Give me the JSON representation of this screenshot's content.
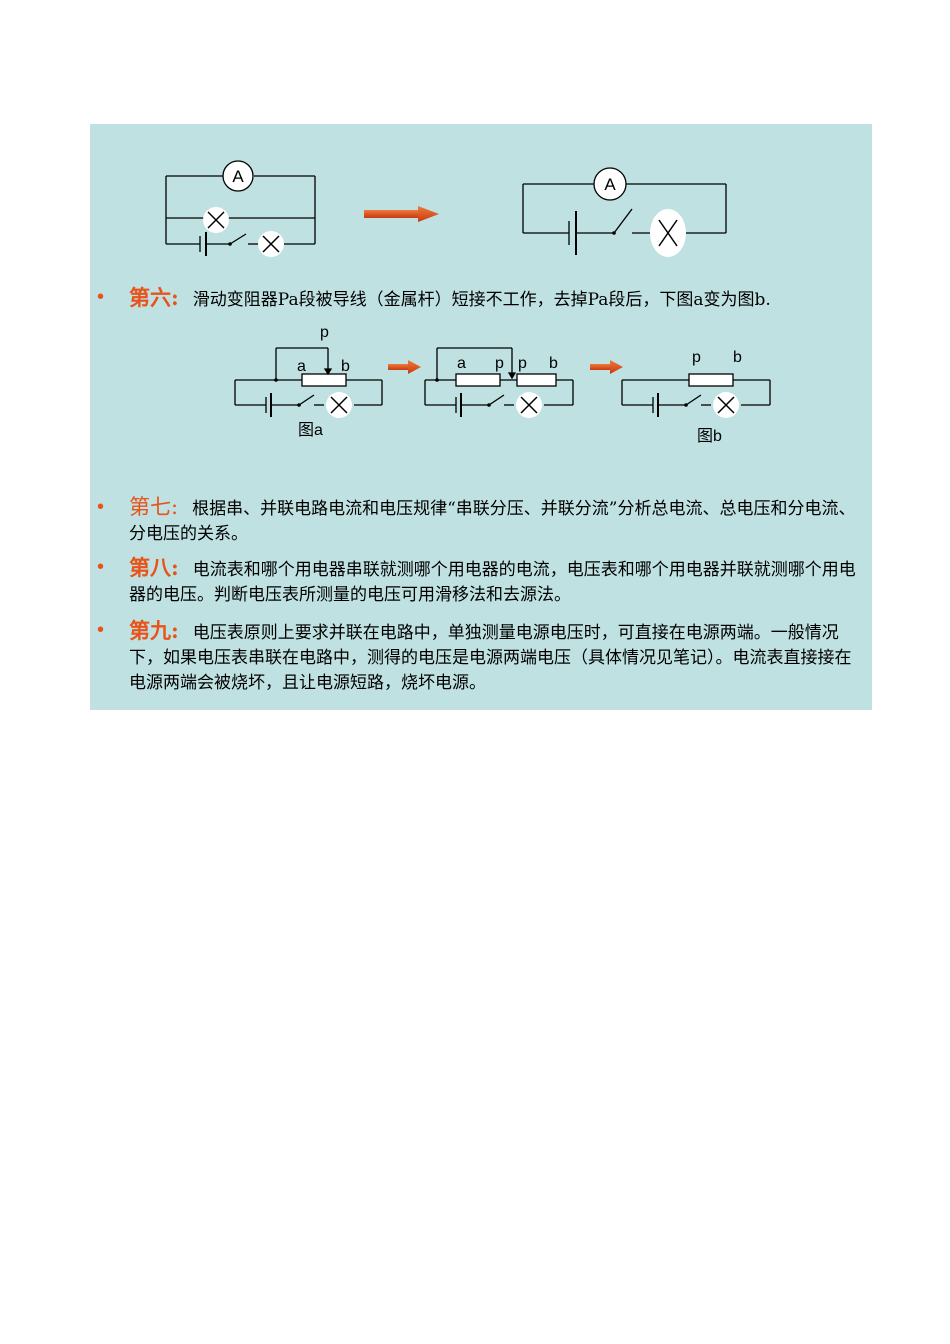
{
  "diagrams": {
    "ammeter_label": "A",
    "rheostat_labels": {
      "p": "p",
      "a": "a",
      "b": "b"
    },
    "caption_a": "图a",
    "caption_b": "图b"
  },
  "items": [
    {
      "heading": "第六:",
      "text": "滑动变阻器Pa段被导线（金属杆）短接不工作，去掉Pa段后，下图a变为图b."
    },
    {
      "heading": "第七:",
      "text": "根据串、并联电路电流和电压规律“串联分压、并联分流”分析总电流、总电压和分电流、分电压的关系。"
    },
    {
      "heading": "第八:",
      "text": "电流表和哪个用电器串联就测哪个用电器的电流，电压表和哪个用电器并联就测哪个用电器的电压。判断电压表所测量的电压可用滑移法和去源法。"
    },
    {
      "heading": "第九:",
      "text": "电压表原则上要求并联在电路中，单独测量电源电压时，可直接在电源两端。一般情况下，如果电压表串联在电路中，测得的电压是电源两端电压（具体情况见笔记）。电流表直接接在电源两端会被烧坏，且让电源短路，烧坏电源。"
    }
  ],
  "colors": {
    "panel": "#bfe1e2",
    "accent": "#e8531a"
  }
}
